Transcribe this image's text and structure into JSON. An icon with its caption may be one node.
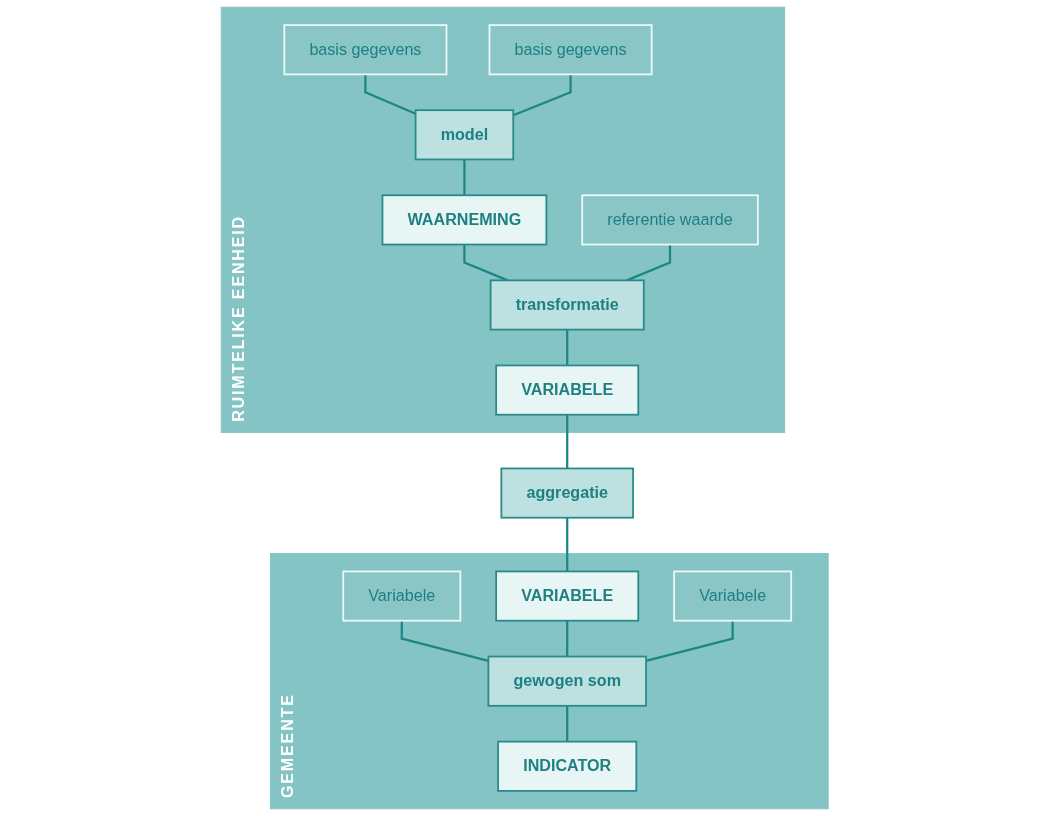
{
  "diagram": {
    "nodes": [
      {
        "text": [
          "RUIMTELIKE EENHEID"
        ]
      },
      {
        "text": [
          "basis gegevens"
        ],
        "in": 0
      },
      {
        "text": [
          "basis gegevens"
        ],
        "in": 0
      },
      {
        "text": [
          "model"
        ],
        "in": 0
      },
      {
        "text": [
          "WAARNEMING"
        ],
        "in": 0
      },
      {
        "text": [
          "referentie waarde"
        ],
        "in": 0
      },
      {
        "text": [
          "transformatie"
        ],
        "in": 0
      },
      {
        "text": [
          "VARIABELE"
        ],
        "in": 0
      },
      {
        "text": [
          "aggregatie"
        ]
      },
      {
        "text": [
          "GEMEENTE"
        ]
      },
      {
        "text": [
          "Variabele"
        ],
        "in": 9
      },
      {
        "text": [
          "VARIABELE"
        ],
        "in": 9
      },
      {
        "text": [
          "Variabele"
        ],
        "in": 9
      },
      {
        "text": [
          "gewogen som"
        ],
        "in": 9
      },
      {
        "text": [
          "INDICATOR"
        ],
        "in": 9
      }
    ],
    "edges": [
      {
        "from": 1,
        "to": 3,
        "arrow": "none"
      },
      {
        "from": 2,
        "to": 3,
        "arrow": "none"
      },
      {
        "from": 3,
        "to": 4,
        "arrow": "none"
      },
      {
        "from": 4,
        "to": 6,
        "arrow": "none"
      },
      {
        "from": 5,
        "to": 6,
        "arrow": "none"
      },
      {
        "from": 6,
        "to": 7,
        "arrow": "none"
      },
      {
        "from": 7,
        "to": 8,
        "arrow": "none"
      },
      {
        "from": 8,
        "to": 11,
        "arrow": "none"
      },
      {
        "from": 10,
        "to": 13,
        "arrow": "none"
      },
      {
        "from": 11,
        "to": 13,
        "arrow": "none"
      },
      {
        "from": 12,
        "to": 13,
        "arrow": "none"
      },
      {
        "from": 13,
        "to": 14,
        "arrow": "none"
      }
    ]
  }
}
